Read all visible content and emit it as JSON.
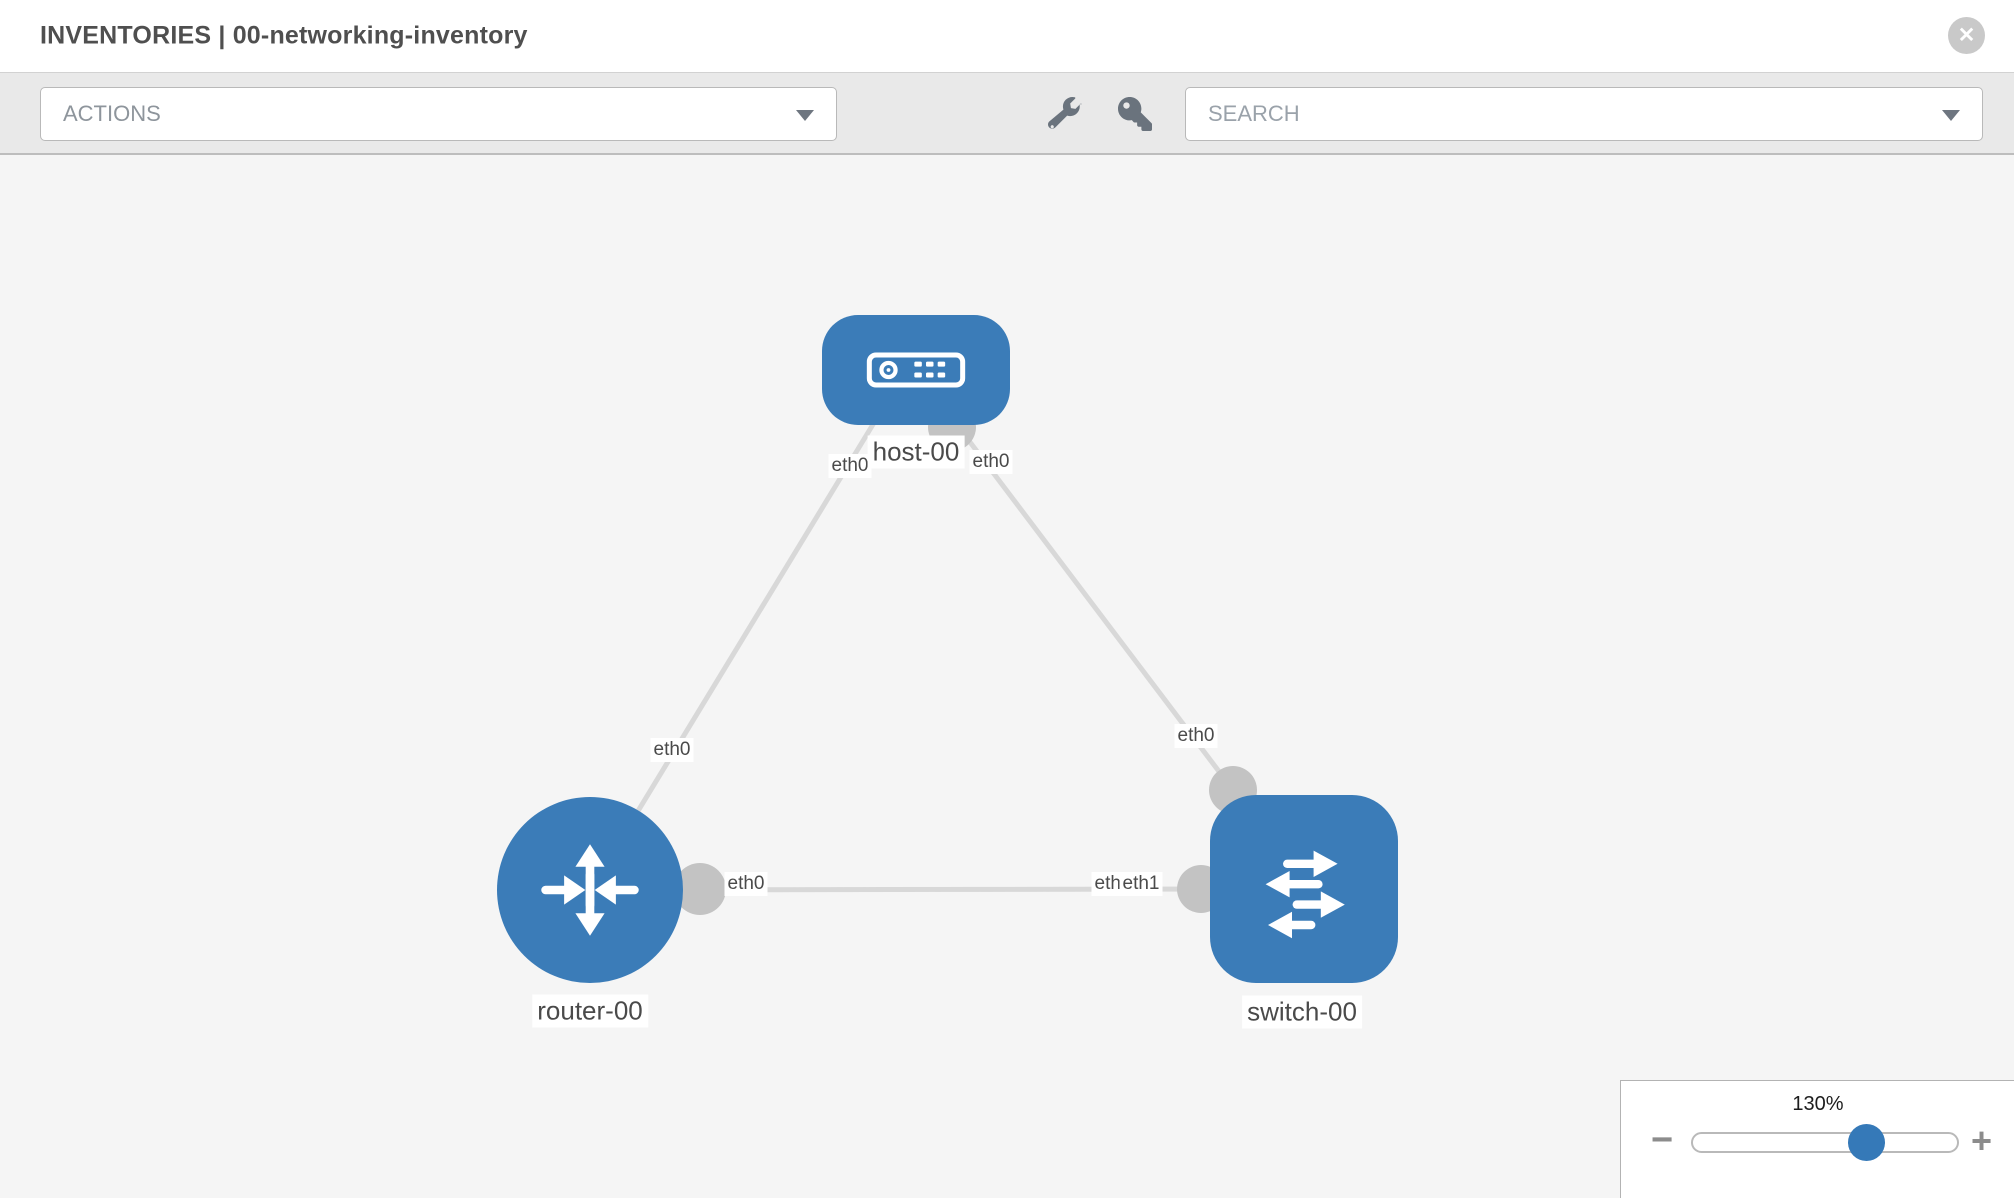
{
  "header": {
    "title": "INVENTORIES | 00-networking-inventory",
    "close_glyph": "✕"
  },
  "toolbar": {
    "actions_label": "ACTIONS",
    "search_placeholder": "SEARCH",
    "icons": [
      "wrench-icon",
      "key-icon"
    ]
  },
  "topology": {
    "nodes": [
      {
        "label": "host-00",
        "type": "host"
      },
      {
        "label": "router-00",
        "type": "router"
      },
      {
        "label": "switch-00",
        "type": "switch"
      }
    ],
    "links": [
      {
        "from": "host-00",
        "to": "router-00",
        "from_iface": "eth0",
        "to_iface": "eth0"
      },
      {
        "from": "host-00",
        "to": "switch-00",
        "from_iface": "eth0",
        "to_iface": "eth0"
      },
      {
        "from": "router-00",
        "to": "switch-00",
        "from_iface": "eth0",
        "to_iface": "eth1"
      }
    ],
    "iface_labels": {
      "host_left": "eth0",
      "host_right": "eth0",
      "router_diag": "eth0",
      "switch_diag": "eth0",
      "horiz_router": "eth0",
      "horiz_switch_back": "eth0",
      "horiz_switch_front": "eth1"
    }
  },
  "zoom_control": {
    "value": "130%",
    "minus_glyph": "−",
    "plus_glyph": "+"
  },
  "colors": {
    "node_blue": "#3b7cb8",
    "link_gray": "#d8d8d8",
    "stub_gray": "#c3c3c3",
    "canvas_bg": "#f5f5f5",
    "slider_handle_blue": "#3579b8"
  }
}
